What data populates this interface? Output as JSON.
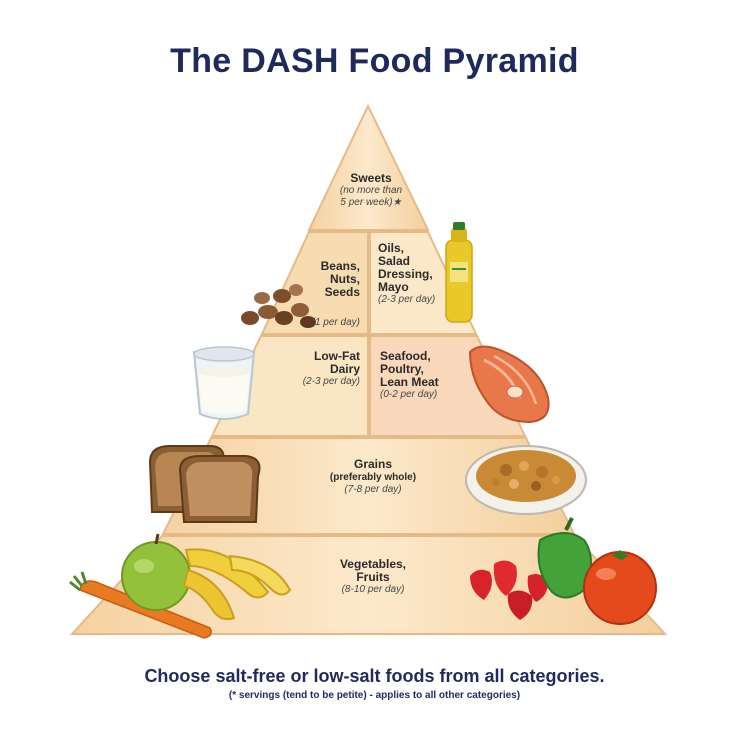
{
  "title": "The DASH Food Pyramid",
  "tiers": {
    "sweets": {
      "name": "Sweets",
      "serving": "(no more than\n5 per week)★"
    },
    "beans": {
      "name": "Beans,\nNuts,\nSeeds",
      "serving": "(1 per day)"
    },
    "oils": {
      "name": "Oils,\nSalad\nDressing,\nMayo",
      "serving": "(2-3 per day)"
    },
    "dairy": {
      "name": "Low-Fat\nDairy",
      "serving": "(2-3 per day)"
    },
    "seafood": {
      "name": "Seafood,\nPoultry,\nLean Meat",
      "serving": "(0-2 per day)"
    },
    "grains": {
      "name": "Grains",
      "qualifier": "(preferably whole)",
      "serving": "(7-8 per day)"
    },
    "vegetables": {
      "name": "Vegetables,\nFruits",
      "serving": "(8-10 per day)"
    }
  },
  "footer": {
    "main": "Choose salt-free or low-salt foods from all categories.",
    "note": "(* servings (tend to be petite) - applies to all other categories)"
  },
  "colors": {
    "title": "#1f2a5c",
    "tier_light": "#fbe6c4",
    "tier_mid": "#f6d6a8",
    "edge": "#e0b57d"
  },
  "icons": [
    "nuts-icon",
    "oil-bottle-icon",
    "milk-glass-icon",
    "salmon-steak-icon",
    "bread-icon",
    "cereal-bowl-icon",
    "carrot-icon",
    "apple-icon",
    "banana-icon",
    "strawberries-icon",
    "pepper-icon",
    "tomato-icon"
  ]
}
